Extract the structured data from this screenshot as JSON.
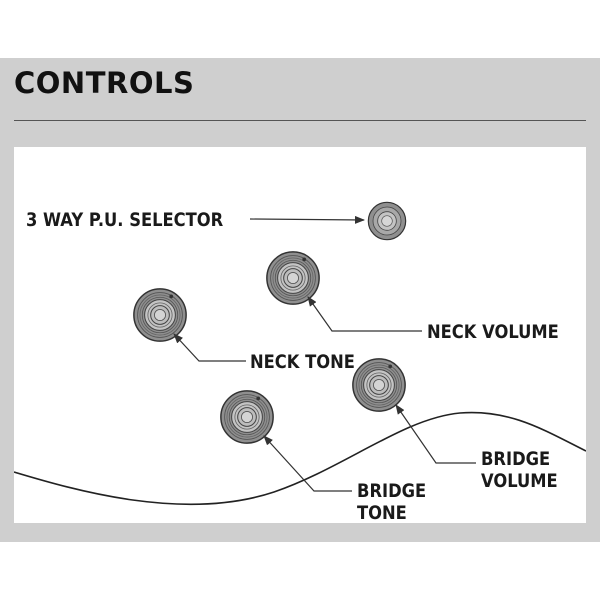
{
  "header": {
    "title": "CONTROLS"
  },
  "diagram": {
    "labels": {
      "selector": "3 WAY P.U. SELECTOR",
      "neck_volume": "NECK VOLUME",
      "neck_tone": "NECK TONE",
      "bridge_volume_line1": "BRIDGE",
      "bridge_volume_line2": "VOLUME",
      "bridge_tone_line1": "BRIDGE",
      "bridge_tone_line2": "TONE"
    },
    "colors": {
      "panel_background": "#cfcfcf",
      "diagram_background": "#ffffff",
      "line": "#333333",
      "knob_outer": "#8f8f8f",
      "knob_face": "#c4c4c4"
    }
  }
}
